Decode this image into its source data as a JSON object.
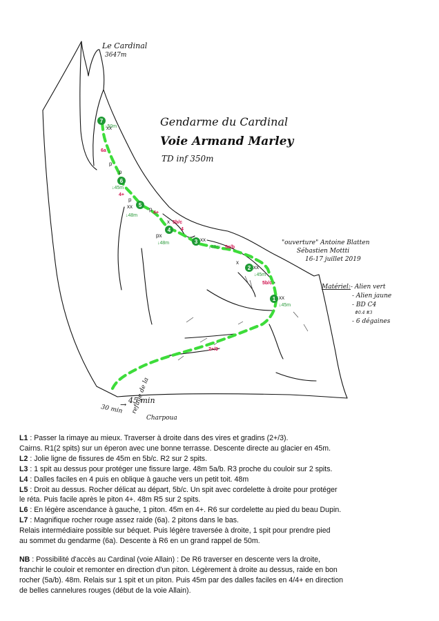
{
  "labels": {
    "summit_name": "Le Cardinal",
    "summit_alt": "3647m",
    "title_line1": "Gendarme du Cardinal",
    "title_line2": "Voie Armand Marley",
    "title_grade": "TD inf 350m",
    "opening_line1": "\"ouverture\" Antoine Blatten",
    "opening_line2": "Sébastien Mottti",
    "opening_line3": "16-17 juillet 2019",
    "gear_title": "Matériel",
    "gear_items": [
      "- Alien vert",
      "- Alien jaune",
      "- BD C4",
      "#0.4 #3",
      "- 6 dégaines"
    ],
    "approach_time_a": "30 min",
    "approach_time_b": "45 min",
    "hut_line1": "refuge de la",
    "hut_line2": "Charpoua"
  },
  "belays": [
    {
      "n": "1",
      "len": "45m"
    },
    {
      "n": "2",
      "len": "45m"
    },
    {
      "n": "3",
      "len": "48m"
    },
    {
      "n": "4",
      "len": "48m"
    },
    {
      "n": "5",
      "len": "48m"
    },
    {
      "n": "6",
      "len": "45m"
    },
    {
      "n": "7",
      "len": "50m"
    }
  ],
  "pitch_grades": {
    "L1": "2+/3",
    "L2": "5b/c",
    "L3": "5a/b",
    "L4": "4",
    "L5": "5b/c",
    "L6": "4+",
    "L6b": "4+",
    "L7": "6a"
  },
  "marks": {
    "bolts": "xx",
    "bolt": "x",
    "piton": "p",
    "piton_bolt": "px"
  },
  "description": {
    "L1_tag": "L1",
    "L1_text": " : Passer la rimaye au mieux. Traverser à droite dans des vires et gradins (2+/3).",
    "L1_cont": "Cairns. R1(2 spits) sur un éperon avec une bonne terrasse. Descente directe au glacier en 45m.",
    "L2_tag": "L2",
    "L2_text": " : Jolie ligne de fissures de 45m en 5b/c. R2 sur 2 spits.",
    "L3_tag": "L3",
    "L3_text": " : 1 spit au dessus pour protéger une fissure large. 48m 5a/b. R3 proche du couloir sur 2 spits.",
    "L4_tag": "L4",
    "L4_text": " : Dalles faciles en 4 puis en oblique à gauche vers un petit toit. 48m",
    "L5_tag": "L5",
    "L5_text": " : Droit au dessus. Rocher délicat au départ, 5b/c. Un spit avec cordelette à droite pour protéger",
    "L5_cont": "le réta. Puis facile après le piton 4+. 48m R5 sur 2 spits.",
    "L6_tag": "L6",
    "L6_text": " : En légère ascendance à gauche, 1 piton. 45m en 4+. R6 sur cordelette au pied du beau Dupin.",
    "L7_tag": "L7",
    "L7_text": " : Magnifique rocher rouge assez raide (6a). 2 pitons dans le bas.",
    "L7_cont1": "Relais intermédiaire possible sur béquet. Puis légère traversée à droite, 1 spit pour prendre pied",
    "L7_cont2": "au sommet du gendarme (6a). Descente à R6 en un grand rappel de 50m.",
    "NB_tag": "NB",
    "NB_line1": " : Possibilité d'accès au Cardinal (voie Allain) : De R6 traverser en descente vers la droite,",
    "NB_line2": "franchir le couloir et remonter en direction d'un piton. Légèrement à droite au dessus, raide en bon",
    "NB_line3": "rocher (5a/b). 48m. Relais sur 1 spit et un piton. Puis 45m par des dalles faciles en 4/4+ en direction",
    "NB_line4": "de belles cannelures rouges (début de la voie Allain)."
  },
  "colors": {
    "route": "#3ddc3a",
    "belay": "#1f9a35",
    "grade": "#d0104c",
    "ink": "#111111"
  }
}
